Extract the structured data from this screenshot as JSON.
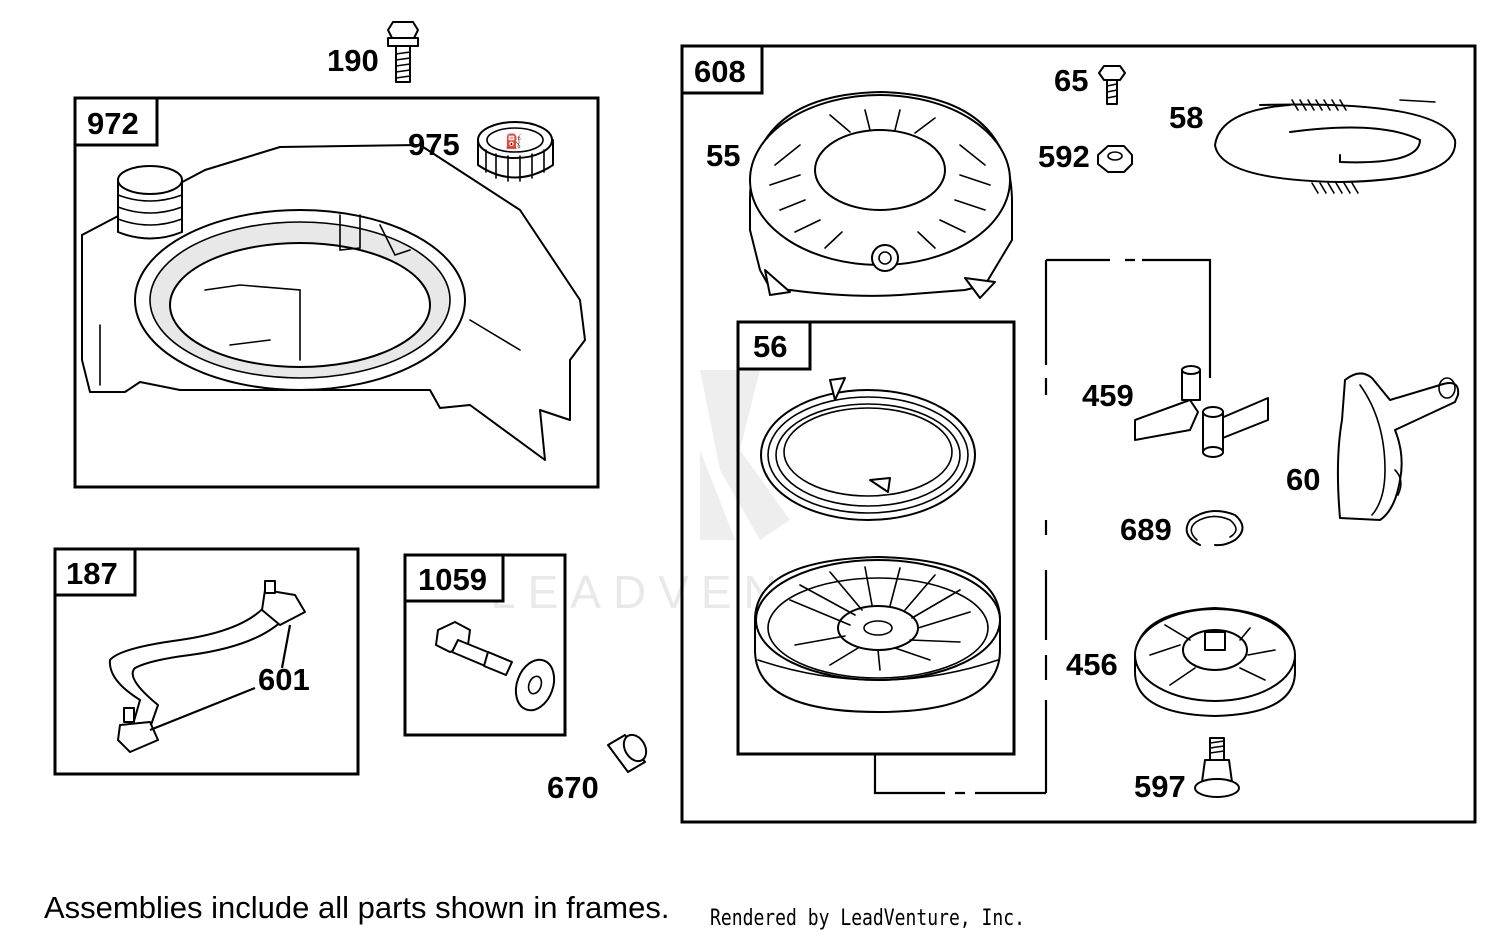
{
  "frames": {
    "f972": "972",
    "f608": "608",
    "f187": "187",
    "f1059": "1059",
    "f56": "56"
  },
  "parts": {
    "p190": "190",
    "p975": "975",
    "p65": "65",
    "p58": "58",
    "p55": "55",
    "p592": "592",
    "p459": "459",
    "p60": "60",
    "p689": "689",
    "p456": "456",
    "p597": "597",
    "p601": "601",
    "p670": "670"
  },
  "watermark": "LEADVENTURE",
  "footer": {
    "note": "Assemblies include all parts shown in frames.",
    "credit": "Rendered by LeadVenture, Inc."
  },
  "icons": [
    "bolt-icon",
    "fuel-tank-icon",
    "fuel-cap-icon",
    "starter-housing-icon",
    "rope-icon",
    "nut-icon",
    "pulley-icon",
    "spring-icon",
    "pawl-icon",
    "handle-icon",
    "retainer-ring-icon",
    "cup-icon",
    "shoulder-screw-icon",
    "fuel-line-icon",
    "clamp-icon",
    "washer-icon",
    "spacer-icon"
  ]
}
